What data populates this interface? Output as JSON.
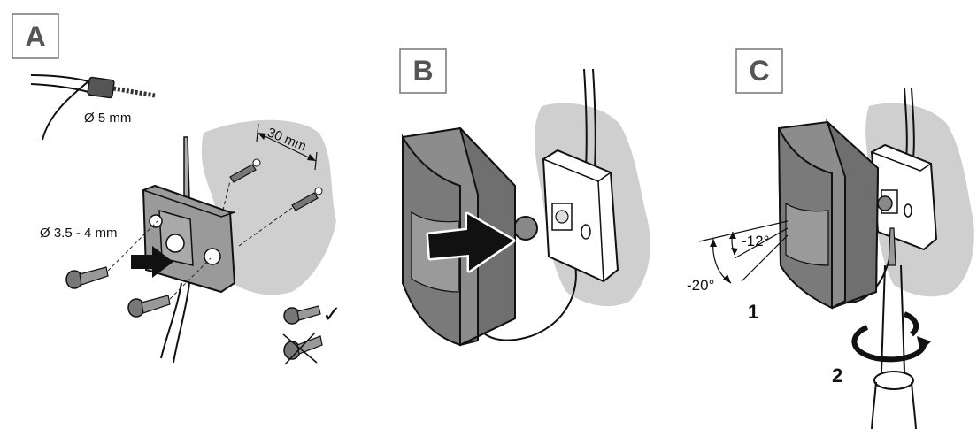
{
  "panels": [
    {
      "id": "A",
      "label": "A"
    },
    {
      "id": "B",
      "label": "B"
    },
    {
      "id": "C",
      "label": "C"
    }
  ],
  "panel_a": {
    "cable_diameter": "Ø 5 mm",
    "hole_spacing": "30 mm",
    "screw_diameter": "Ø 3.5 - 4 mm",
    "correct_screw_mark": "✓",
    "wrong_screw_mark": "✗"
  },
  "panel_c": {
    "angle_1": "-12°",
    "angle_2": "-20°",
    "step_1": "1",
    "step_2": "2"
  },
  "colors": {
    "wall": "#cfcfcf",
    "detector_body": "#6f6f6f",
    "bracket": "#ffffff",
    "badge_border": "#777777"
  }
}
